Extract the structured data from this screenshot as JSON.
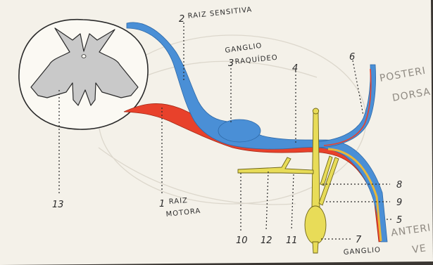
{
  "labels": {
    "n2": "2",
    "raiz_sensitiva": "RAIZ SENSITIVA",
    "ganglio_top": "GANGLIO",
    "n3": "3",
    "raquideo": "RAQUÍDEO",
    "n4": "4",
    "n6": "6",
    "posterior_branch_1": "POSTERI",
    "posterior_branch_2": "DORSA",
    "n13": "13",
    "n1": "1",
    "raiz_1": "RAIZ",
    "raiz_2": "MOTORA",
    "n10": "10",
    "n12": "12",
    "n11": "11",
    "n8": "8",
    "n9": "9",
    "n5": "5",
    "anterior_branch_1": "ANTERI",
    "anterior_branch_2": "VE",
    "n7": "7",
    "ganglio_bottom": "GANGLIO"
  },
  "colors": {
    "paper": "#f4f1e9",
    "sensory_blue": "#4a8fd6",
    "motor_red": "#e8412b",
    "sympathetic_yellow": "#e8dc58",
    "gray_matter": "#c9c9c9",
    "ink": "#2a2a2a"
  }
}
